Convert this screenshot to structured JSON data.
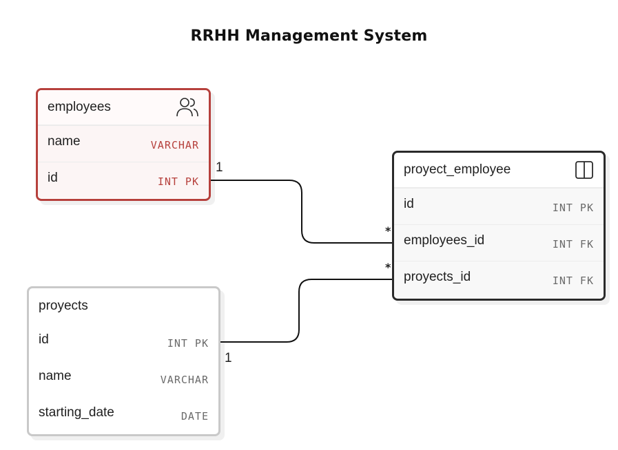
{
  "title": "RRHH Management System",
  "entities": {
    "employees": {
      "name": "employees",
      "icon": "users-icon",
      "fields": [
        {
          "name": "name",
          "type": "VARCHAR"
        },
        {
          "name": "id",
          "type": "INT PK"
        }
      ]
    },
    "proyect_employee": {
      "name": "proyect_employee",
      "icon": "table-split-icon",
      "fields": [
        {
          "name": "id",
          "type": "INT PK"
        },
        {
          "name": "employees_id",
          "type": "INT FK"
        },
        {
          "name": "proyects_id",
          "type": "INT FK"
        }
      ]
    },
    "proyects": {
      "name": "proyects",
      "fields": [
        {
          "name": "id",
          "type": "INT PK"
        },
        {
          "name": "name",
          "type": "VARCHAR"
        },
        {
          "name": "starting_date",
          "type": "DATE"
        }
      ]
    }
  },
  "relations": [
    {
      "from": "employees.id",
      "to": "proyect_employee.employees_id",
      "from_cardinality": "1",
      "to_cardinality": "*"
    },
    {
      "from": "proyects.id",
      "to": "proyect_employee.proyects_id",
      "from_cardinality": "1",
      "to_cardinality": "*"
    }
  ],
  "colors": {
    "highlight_border": "#b6403c",
    "selected_border": "#2a2a2a",
    "default_border": "#c9c9c9",
    "connector": "#111111"
  }
}
